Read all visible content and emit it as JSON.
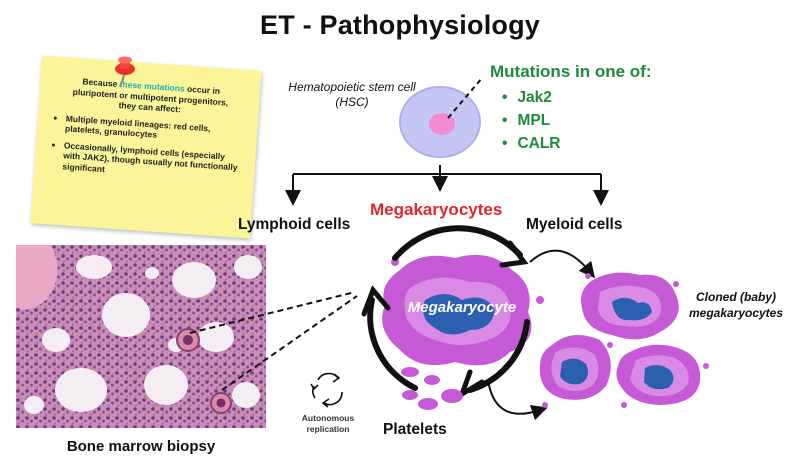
{
  "title": "ET - Pathophysiology",
  "note": {
    "intro_before": "Because ",
    "intro_highlight": "these mutations",
    "intro_after": " occur in pluripotent or multipotent progenitors, they can affect:",
    "bullets": [
      "Multiple myeloid lineages: red cells, platelets, granulocytes",
      "Occasionally, lymphoid cells (especially with JAK2), though usually not functionally significant"
    ]
  },
  "hsc_label": "Hematopoietic stem cell (HSC)",
  "mutations": {
    "title": "Mutations in one of:",
    "items": [
      "Jak2",
      "MPL",
      "CALR"
    ]
  },
  "branches": {
    "lymphoid": "Lymphoid cells",
    "megakaryocytes": "Megakaryocytes",
    "myeloid": "Myeloid cells"
  },
  "megakaryocyte_label": "Megakaryocyte",
  "cloned_label": "Cloned (baby) megakaryocytes",
  "platelets_label": "Platelets",
  "autonomous_label": "Autonomous replication",
  "biopsy_label": "Bone marrow biopsy",
  "colors": {
    "mutation_green": "#1d8a3c",
    "megakaryocyte_red": "#e2262b",
    "highlight_teal": "#17b4b4",
    "cell_purple": "#c65ad6",
    "nucleus_blue": "#2b5fb0",
    "note_yellow": "#fbf59a"
  },
  "icons": [
    "pushpin-icon",
    "cycle-arrows-icon"
  ]
}
